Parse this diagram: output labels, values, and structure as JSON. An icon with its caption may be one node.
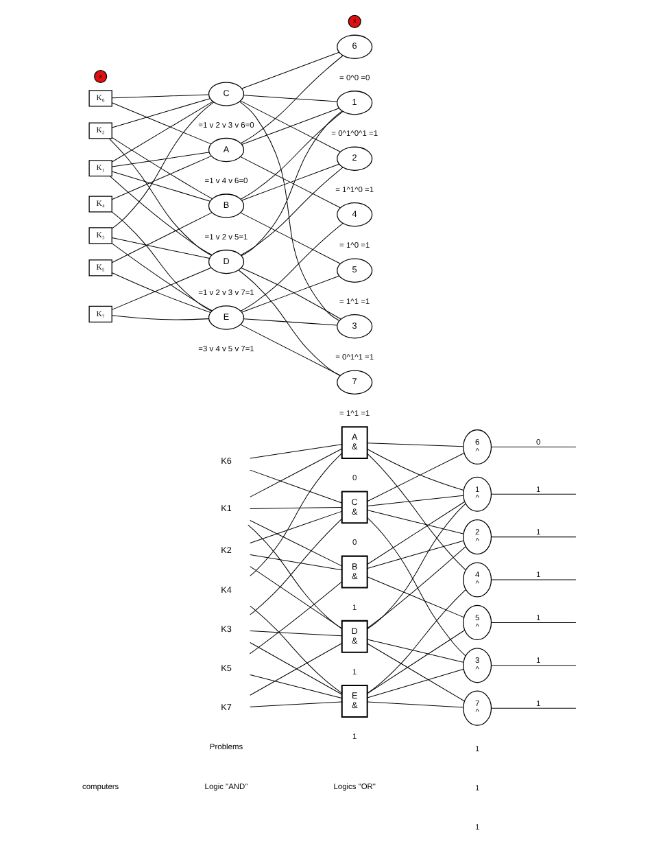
{
  "diagram": {
    "nodes": [
      {
        "text": [
          "K₁"
        ]
      },
      {
        "text": [
          "K₂"
        ]
      },
      {
        "text": [
          "K₃"
        ]
      },
      {
        "text": [
          "K₄"
        ]
      },
      {
        "text": [
          "K₅"
        ]
      },
      {
        "text": [
          "K₆"
        ]
      },
      {
        "text": [
          "K₇"
        ]
      },
      {
        "text": [
          "A"
        ],
        "beside": [
          "=1 v 4 v 6=0"
        ]
      },
      {
        "text": [
          "B"
        ],
        "beside": [
          "=1 v 2 v 5=1"
        ]
      },
      {
        "text": [
          "C"
        ],
        "beside": [
          "=1 v 2 v 3 v 6=0"
        ]
      },
      {
        "text": [
          "D"
        ],
        "beside": [
          "=1 v 2 v 3 v 7=1"
        ]
      },
      {
        "text": [
          "E"
        ],
        "beside": [
          "=3 v 4 v 5 v 7=1"
        ]
      },
      {
        "text": [
          "1"
        ],
        "beside": [
          "= 0^1^0^1 =1"
        ]
      },
      {
        "text": [
          "2"
        ],
        "beside": [
          "= 1^1^0 =1"
        ]
      },
      {
        "text": [
          "3"
        ],
        "beside": [
          "= 0^1^1 =1"
        ]
      },
      {
        "text": [
          "4"
        ],
        "beside": [
          "= 1^0 =1"
        ]
      },
      {
        "text": [
          "5"
        ],
        "beside": [
          "= 1^1 =1"
        ]
      },
      {
        "text": [
          "6"
        ],
        "beside": [
          "= 0^0 =0"
        ]
      },
      {
        "text": [
          "7"
        ],
        "beside": [
          "= 1^1 =1"
        ]
      },
      {
        "text": [
          "x"
        ]
      },
      {
        "text": [
          "x"
        ]
      },
      {
        "text": [
          "K1"
        ]
      },
      {
        "text": [
          "K2"
        ]
      },
      {
        "text": [
          "K3"
        ]
      },
      {
        "text": [
          "K4"
        ]
      },
      {
        "text": [
          "K5"
        ]
      },
      {
        "text": [
          "K6"
        ]
      },
      {
        "text": [
          "K7"
        ]
      },
      {
        "text": [
          "A",
          "&"
        ],
        "beside": [
          "0"
        ]
      },
      {
        "text": [
          "B",
          "&"
        ],
        "beside": [
          "1"
        ]
      },
      {
        "text": [
          "C",
          "&"
        ],
        "beside": [
          "0"
        ]
      },
      {
        "text": [
          "D",
          "&"
        ],
        "beside": [
          "1"
        ]
      },
      {
        "text": [
          "E",
          "&"
        ],
        "beside": [
          "1"
        ]
      },
      {
        "text": [
          "1",
          "^"
        ]
      },
      {
        "text": [
          "2",
          "^"
        ]
      },
      {
        "text": [
          "3",
          "^"
        ]
      },
      {
        "text": [
          "4",
          "^"
        ]
      },
      {
        "text": [
          "5",
          "^"
        ]
      },
      {
        "text": [
          "6",
          "^"
        ]
      },
      {
        "text": [
          "7",
          "^"
        ]
      }
    ],
    "edges": [
      {
        "from": 0,
        "to": 7,
        "arrow": "none"
      },
      {
        "from": 3,
        "to": 7,
        "arrow": "none"
      },
      {
        "from": 5,
        "to": 7,
        "arrow": "none"
      },
      {
        "from": 0,
        "to": 8,
        "arrow": "none"
      },
      {
        "from": 1,
        "to": 8,
        "arrow": "none"
      },
      {
        "from": 4,
        "to": 8,
        "arrow": "none"
      },
      {
        "from": 0,
        "to": 9,
        "arrow": "none"
      },
      {
        "from": 1,
        "to": 9,
        "arrow": "none"
      },
      {
        "from": 2,
        "to": 9,
        "arrow": "none"
      },
      {
        "from": 5,
        "to": 9,
        "arrow": "none"
      },
      {
        "from": 0,
        "to": 10,
        "arrow": "none"
      },
      {
        "from": 1,
        "to": 10,
        "arrow": "none"
      },
      {
        "from": 2,
        "to": 10,
        "arrow": "none"
      },
      {
        "from": 6,
        "to": 10,
        "arrow": "none"
      },
      {
        "from": 2,
        "to": 11,
        "arrow": "none"
      },
      {
        "from": 3,
        "to": 11,
        "arrow": "none"
      },
      {
        "from": 4,
        "to": 11,
        "arrow": "none"
      },
      {
        "from": 6,
        "to": 11,
        "arrow": "none"
      },
      {
        "from": 7,
        "to": 12,
        "arrow": "none"
      },
      {
        "from": 8,
        "to": 12,
        "arrow": "none"
      },
      {
        "from": 9,
        "to": 12,
        "arrow": "none"
      },
      {
        "from": 10,
        "to": 12,
        "arrow": "none"
      },
      {
        "from": 8,
        "to": 13,
        "arrow": "none"
      },
      {
        "from": 9,
        "to": 13,
        "arrow": "none"
      },
      {
        "from": 10,
        "to": 13,
        "arrow": "none"
      },
      {
        "from": 9,
        "to": 14,
        "arrow": "none"
      },
      {
        "from": 10,
        "to": 14,
        "arrow": "none"
      },
      {
        "from": 11,
        "to": 14,
        "arrow": "none"
      },
      {
        "from": 7,
        "to": 15,
        "arrow": "none"
      },
      {
        "from": 11,
        "to": 15,
        "arrow": "none"
      },
      {
        "from": 8,
        "to": 16,
        "arrow": "none"
      },
      {
        "from": 11,
        "to": 16,
        "arrow": "none"
      },
      {
        "from": 7,
        "to": 17,
        "arrow": "none"
      },
      {
        "from": 9,
        "to": 17,
        "arrow": "none"
      },
      {
        "from": 10,
        "to": 18,
        "arrow": "none"
      },
      {
        "from": 11,
        "to": 18,
        "arrow": "none"
      },
      {
        "from": 21,
        "to": 28,
        "arrow": "none"
      },
      {
        "from": 24,
        "to": 28,
        "arrow": "none"
      },
      {
        "from": 26,
        "to": 28,
        "arrow": "none"
      },
      {
        "from": 21,
        "to": 29,
        "arrow": "none"
      },
      {
        "from": 22,
        "to": 29,
        "arrow": "none"
      },
      {
        "from": 25,
        "to": 29,
        "arrow": "none"
      },
      {
        "from": 21,
        "to": 30,
        "arrow": "none"
      },
      {
        "from": 22,
        "to": 30,
        "arrow": "none"
      },
      {
        "from": 23,
        "to": 30,
        "arrow": "none"
      },
      {
        "from": 26,
        "to": 30,
        "arrow": "none"
      },
      {
        "from": 21,
        "to": 31,
        "arrow": "none"
      },
      {
        "from": 22,
        "to": 31,
        "arrow": "none"
      },
      {
        "from": 23,
        "to": 31,
        "arrow": "none"
      },
      {
        "from": 27,
        "to": 31,
        "arrow": "none"
      },
      {
        "from": 23,
        "to": 32,
        "arrow": "none"
      },
      {
        "from": 24,
        "to": 32,
        "arrow": "none"
      },
      {
        "from": 25,
        "to": 32,
        "arrow": "none"
      },
      {
        "from": 27,
        "to": 32,
        "arrow": "none"
      },
      {
        "from": 28,
        "to": 33,
        "arrow": "none"
      },
      {
        "from": 29,
        "to": 33,
        "arrow": "none"
      },
      {
        "from": 30,
        "to": 33,
        "arrow": "none"
      },
      {
        "from": 31,
        "to": 33,
        "arrow": "none"
      },
      {
        "from": 29,
        "to": 34,
        "arrow": "none"
      },
      {
        "from": 30,
        "to": 34,
        "arrow": "none"
      },
      {
        "from": 31,
        "to": 34,
        "arrow": "none"
      },
      {
        "from": 30,
        "to": 35,
        "arrow": "none"
      },
      {
        "from": 31,
        "to": 35,
        "arrow": "none"
      },
      {
        "from": 32,
        "to": 35,
        "arrow": "none"
      },
      {
        "from": 28,
        "to": 36,
        "arrow": "none"
      },
      {
        "from": 32,
        "to": 36,
        "arrow": "none"
      },
      {
        "from": 29,
        "to": 37,
        "arrow": "none"
      },
      {
        "from": 32,
        "to": 37,
        "arrow": "none"
      },
      {
        "from": 28,
        "to": 38,
        "arrow": "none"
      },
      {
        "from": 30,
        "to": 38,
        "arrow": "none"
      },
      {
        "from": 31,
        "to": 39,
        "arrow": "none"
      },
      {
        "from": 32,
        "to": 39,
        "arrow": "none"
      },
      {
        "from": 33,
        "to": null,
        "arrow": "none",
        "label": "1"
      },
      {
        "from": 34,
        "to": null,
        "arrow": "none",
        "label": "1"
      },
      {
        "from": 35,
        "to": null,
        "arrow": "none",
        "label": "1"
      },
      {
        "from": 36,
        "to": null,
        "arrow": "none",
        "label": "1"
      },
      {
        "from": 37,
        "to": null,
        "arrow": "none",
        "label": "1"
      },
      {
        "from": 38,
        "to": null,
        "arrow": "none",
        "label": "0"
      },
      {
        "from": 39,
        "to": null,
        "arrow": "none",
        "label": "1"
      }
    ],
    "labels": [
      "computers",
      "Logic \"AND\"",
      "Problems",
      "Logics \"OR\"",
      "1",
      "1",
      "1"
    ]
  }
}
